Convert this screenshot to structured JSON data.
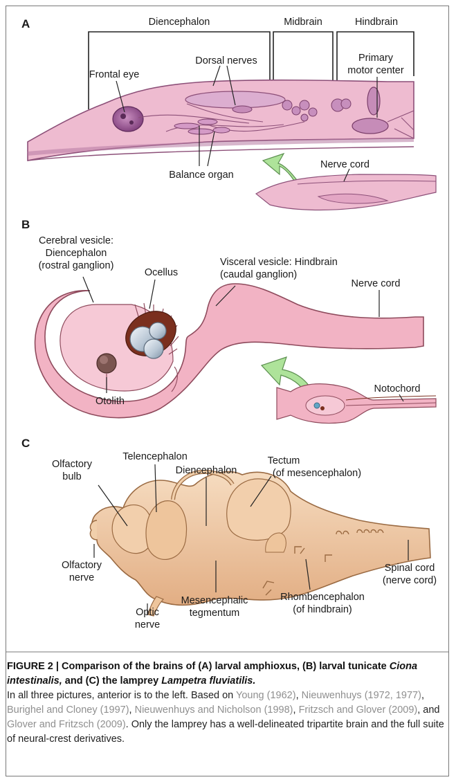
{
  "panels": {
    "a": {
      "letter": "A",
      "diencephalon": "Diencephalon",
      "midbrain": "Midbrain",
      "hindbrain": "Hindbrain",
      "dorsal_nerves": "Dorsal nerves",
      "frontal_eye": "Frontal eye",
      "primary_motor_1": "Primary",
      "primary_motor_2": "motor center",
      "balance_organ": "Balance organ",
      "nerve_cord": "Nerve cord"
    },
    "b": {
      "letter": "B",
      "cerebral_1": "Cerebral vesicle:",
      "cerebral_2": "Diencephalon",
      "cerebral_3": "(rostral ganglion)",
      "visceral_1": "Visceral vesicle: Hindbrain",
      "visceral_2": "(caudal ganglion)",
      "ocellus": "Ocellus",
      "nerve_cord": "Nerve cord",
      "otolith": "Otolith",
      "notochord": "Notochord"
    },
    "c": {
      "letter": "C",
      "olfactory_bulb_1": "Olfactory",
      "olfactory_bulb_2": "bulb",
      "telencephalon": "Telencephalon",
      "tectum_1": "Tectum",
      "tectum_2": "(of mesencephalon)",
      "diencephalon": "Diencephalon",
      "olfactory_nerve_1": "Olfactory",
      "olfactory_nerve_2": "nerve",
      "optic_nerve_1": "Optic",
      "optic_nerve_2": "nerve",
      "mesencephalic_1": "Mesencephalic",
      "mesencephalic_2": "tegmentum",
      "rhombencephalon_1": "Rhombencephalon",
      "rhombencephalon_2": "(of hindbrain)",
      "spinal_cord_1": "Spinal cord",
      "spinal_cord_2": "(nerve cord)"
    }
  },
  "caption": {
    "title_1": "FIGURE 2 | Comparison of the brains of (A) larval amphioxus, (B) larval tunicate ",
    "title_species_1": "Ciona intestinalis,",
    "title_2": " and (C) the lamprey ",
    "title_species_2": "Lampetra fluviatilis.",
    "text_1": "In all three pictures, anterior is to the left. Based on ",
    "ref_1": "Young (1962)",
    "sep_1": ", ",
    "ref_2": "Nieuwenhuys (1972, 1977)",
    "sep_2": ", ",
    "ref_3": "Burighel and Cloney (1997)",
    "sep_3": ", ",
    "ref_4": "Nieuwenhuys and Nicholson (1998)",
    "sep_4": ", ",
    "ref_5": "Fritzsch and Glover (2009)",
    "sep_5": ", and ",
    "ref_6": "Glover and Fritzsch (2009)",
    "text_2": ". Only the lamprey has a well-delineated tripartite brain and the full suite of neural-crest derivatives."
  },
  "colors": {
    "amphioxus_fill": "#eebbd0",
    "amphioxus_dark": "#b86fa0",
    "tunicate_fill": "#f2b3c4",
    "lamprey_fill": "#f0c9a3",
    "arrow_green": "#aee39a",
    "ocellus_brown": "#7a2f1e",
    "reference_gray": "#8f8f8f"
  }
}
